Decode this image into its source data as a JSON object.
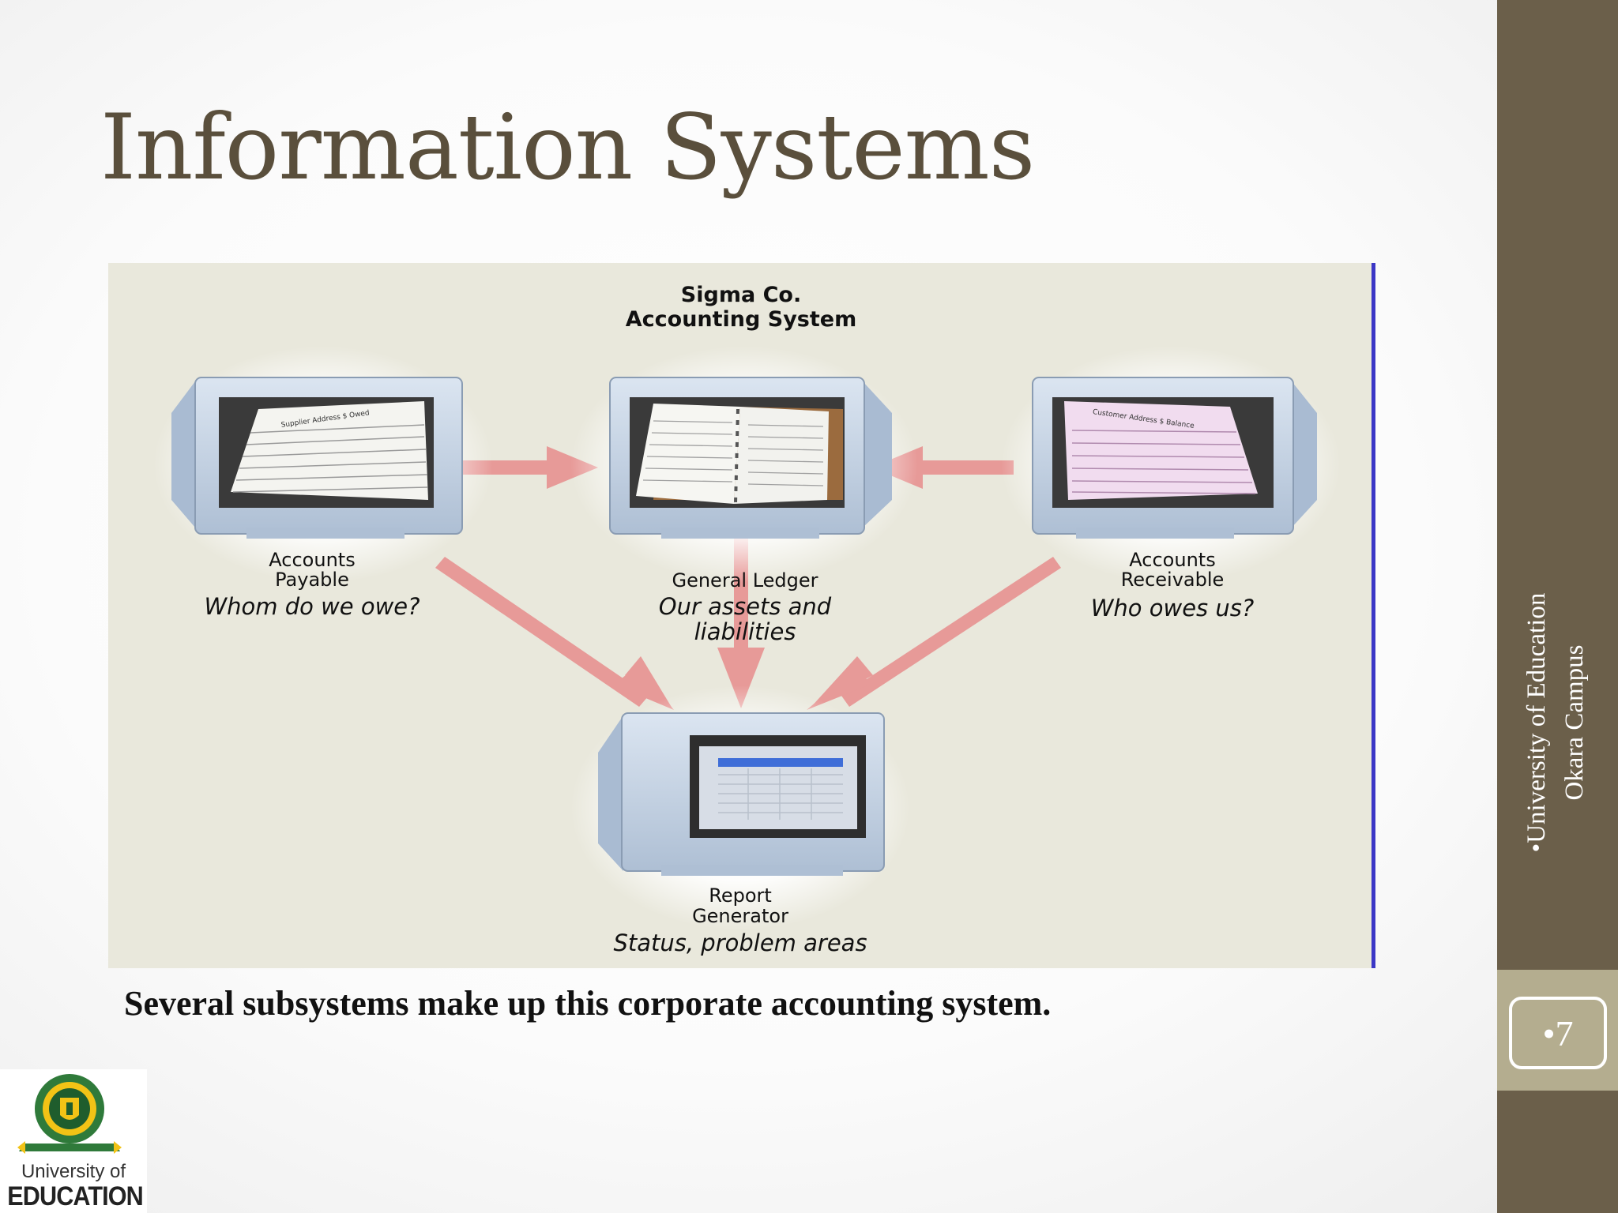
{
  "slide": {
    "title": "Information Systems",
    "caption": "Several subsystems make up this corporate accounting system.",
    "page_number": "•7",
    "campus_line1": "•University of Education",
    "campus_line2": "Okara Campus"
  },
  "diagram": {
    "heading_line1": "Sigma Co.",
    "heading_line2": "Accounting System",
    "accounts_payable": {
      "label_line1": "Accounts",
      "label_line2": "Payable",
      "question": "Whom do we owe?",
      "screen_text": "Supplier   Address   $ Owed"
    },
    "general_ledger": {
      "label": "General Ledger",
      "desc_line1": "Our assets and",
      "desc_line2": "liabilities"
    },
    "accounts_receivable": {
      "label_line1": "Accounts",
      "label_line2": "Receivable",
      "question": "Who owes us?",
      "screen_text": "Customer   Address   $ Balance"
    },
    "report_generator": {
      "label_line1": "Report",
      "label_line2": "Generator",
      "desc": "Status, problem areas"
    }
  },
  "logo": {
    "line1": "University of",
    "line2": "EDUCATION"
  },
  "colors": {
    "sidebar": "#6b5f4a",
    "page_tab": "#b4ad8f",
    "title": "#5a4f3c",
    "diagram_bg": "#e9e8dc",
    "arrow": "#e79a98",
    "monitor": "#c3d2e4"
  }
}
